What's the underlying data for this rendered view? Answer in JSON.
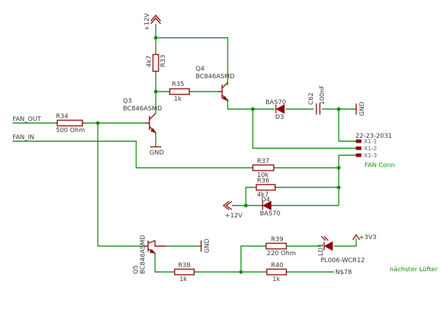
{
  "nets": {
    "fan_out": "FAN_OUT",
    "fan_in": "FAN_IN",
    "vcc_top": "+12V",
    "vcc_mid": "+12V",
    "v33": "+3V3",
    "gnd_q3": "GND",
    "gnd_d3": "GND",
    "gnd_q5": "GND",
    "n78": "N$78"
  },
  "components": {
    "r33": {
      "name": "R33",
      "value": "4k7"
    },
    "r34": {
      "name": "R34",
      "value": "500 Ohm"
    },
    "r35": {
      "name": "R35",
      "value": "1k"
    },
    "r36": {
      "name": "R36",
      "value": "4k7"
    },
    "r37": {
      "name": "R37",
      "value": "10k"
    },
    "r38": {
      "name": "R38",
      "value": "1k"
    },
    "r39": {
      "name": "R39",
      "value": "220 Ohm"
    },
    "r40": {
      "name": "R40",
      "value": "1k"
    },
    "q3": {
      "name": "Q3",
      "value": "BC846ASMD"
    },
    "q4": {
      "name": "Q4",
      "value": "BC846ASMD"
    },
    "q5": {
      "name": "Q5",
      "value": "BC846ASMD"
    },
    "d3": {
      "name": "D3",
      "value": "BAS70"
    },
    "d4": {
      "name": "D4",
      "value": "BAS70"
    },
    "c62": {
      "name": "C62",
      "value": "100nF"
    },
    "ld1": {
      "name": "LD1",
      "value": "PL006-WCR12"
    },
    "conn": {
      "name": "22-23-2031",
      "pin1": "X1-1",
      "pin2": "X1-2",
      "pin3": "X1-3"
    }
  },
  "annotations": {
    "fan_conn": "FAN Conn",
    "naechster": "nächster Lüfter"
  },
  "colors": {
    "wire": "#0f8a0f",
    "part": "#8b0000",
    "label": "#333333",
    "annotation": "#0a8f0a"
  }
}
